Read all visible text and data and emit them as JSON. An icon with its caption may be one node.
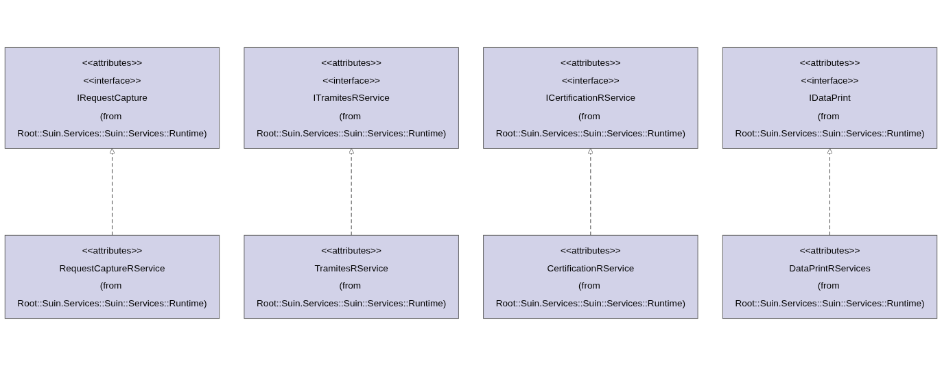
{
  "diagram": {
    "nodes": [
      {
        "text": [
          "<<attributes>>",
          "<<interface>>",
          "IRequestCapture",
          "(from Root::Suin.Services::Suin::Services::Runtime)"
        ]
      },
      {
        "text": [
          "<<attributes>>",
          "<<interface>>",
          "ITramitesRService",
          "(from Root::Suin.Services::Suin::Services::Runtime)"
        ]
      },
      {
        "text": [
          "<<attributes>>",
          "<<interface>>",
          "ICertificationRService",
          "(from Root::Suin.Services::Suin::Services::Runtime)"
        ]
      },
      {
        "text": [
          "<<attributes>>",
          "<<interface>>",
          "IDataPrint",
          "(from Root::Suin.Services::Suin::Services::Runtime)"
        ]
      },
      {
        "text": [
          "<<attributes>>",
          "RequestCaptureRService",
          "(from Root::Suin.Services::Suin::Services::Runtime)"
        ]
      },
      {
        "text": [
          "<<attributes>>",
          "TramitesRService",
          "(from Root::Suin.Services::Suin::Services::Runtime)"
        ]
      },
      {
        "text": [
          "<<attributes>>",
          "CertificationRService",
          "(from Root::Suin.Services::Suin::Services::Runtime)"
        ]
      },
      {
        "text": [
          "<<attributes>>",
          "DataPrintRServices",
          "(from Root::Suin.Services::Suin::Services::Runtime)"
        ]
      }
    ],
    "edges": [
      {
        "from": 4,
        "to": 0,
        "arrow": "to",
        "style": "dashed"
      },
      {
        "from": 5,
        "to": 1,
        "arrow": "to",
        "style": "dashed"
      },
      {
        "from": 6,
        "to": 2,
        "arrow": "to",
        "style": "dashed"
      },
      {
        "from": 7,
        "to": 3,
        "arrow": "to",
        "style": "dashed"
      }
    ]
  }
}
